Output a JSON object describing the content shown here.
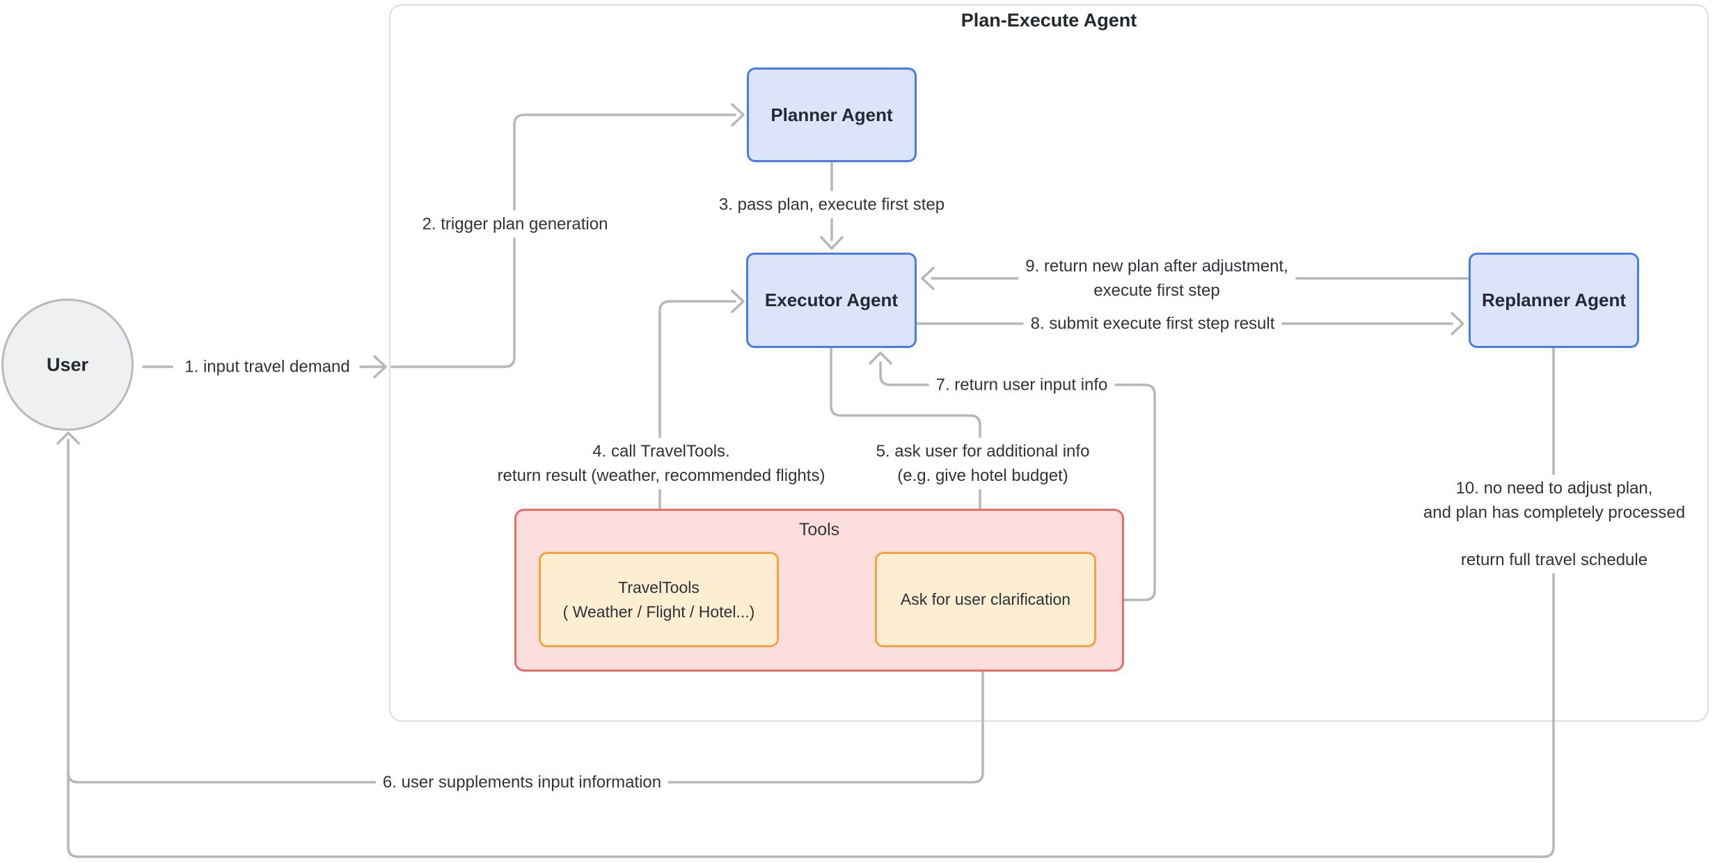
{
  "diagram": {
    "title": "Plan-Execute Agent",
    "nodes": {
      "user": {
        "label": "User"
      },
      "planner": {
        "label": "Planner Agent"
      },
      "executor": {
        "label": "Executor Agent"
      },
      "replanner": {
        "label": "Replanner Agent"
      },
      "tools_group": {
        "label": "Tools"
      },
      "travel_tools": {
        "line1": "TravelTools",
        "line2": "( Weather / Flight / Hotel...)"
      },
      "ask_clarification": {
        "label": "Ask for user clarification"
      }
    },
    "edges": {
      "e1": "1. input travel demand",
      "e2": "2. trigger plan generation",
      "e3": "3. pass plan, execute first step",
      "e4_line1": "4. call TravelTools.",
      "e4_line2": "return result (weather, recommended flights)",
      "e5_line1": "5. ask user for additional info",
      "e5_line2": "(e.g. give hotel budget)",
      "e6": "6. user supplements input information",
      "e7": "7. return user input info",
      "e8": "8. submit execute first step result",
      "e9_line1": "9. return new plan after adjustment,",
      "e9_line2": "execute first step",
      "e10_line1": "10. no need to adjust plan,",
      "e10_line2": "and plan has completely processed",
      "e10_line3": "return full travel schedule"
    },
    "colors": {
      "agent_fill": "#dbe4f8",
      "agent_border": "#4a7ce9",
      "tools_fill": "#fcdede",
      "tools_border": "#ee6c66",
      "tool_box_fill": "#fdeed2",
      "tool_box_border": "#f4a43c",
      "user_fill": "#eef0f1",
      "connector_gray": "#b4b7bb",
      "text": "#2f343a"
    }
  }
}
